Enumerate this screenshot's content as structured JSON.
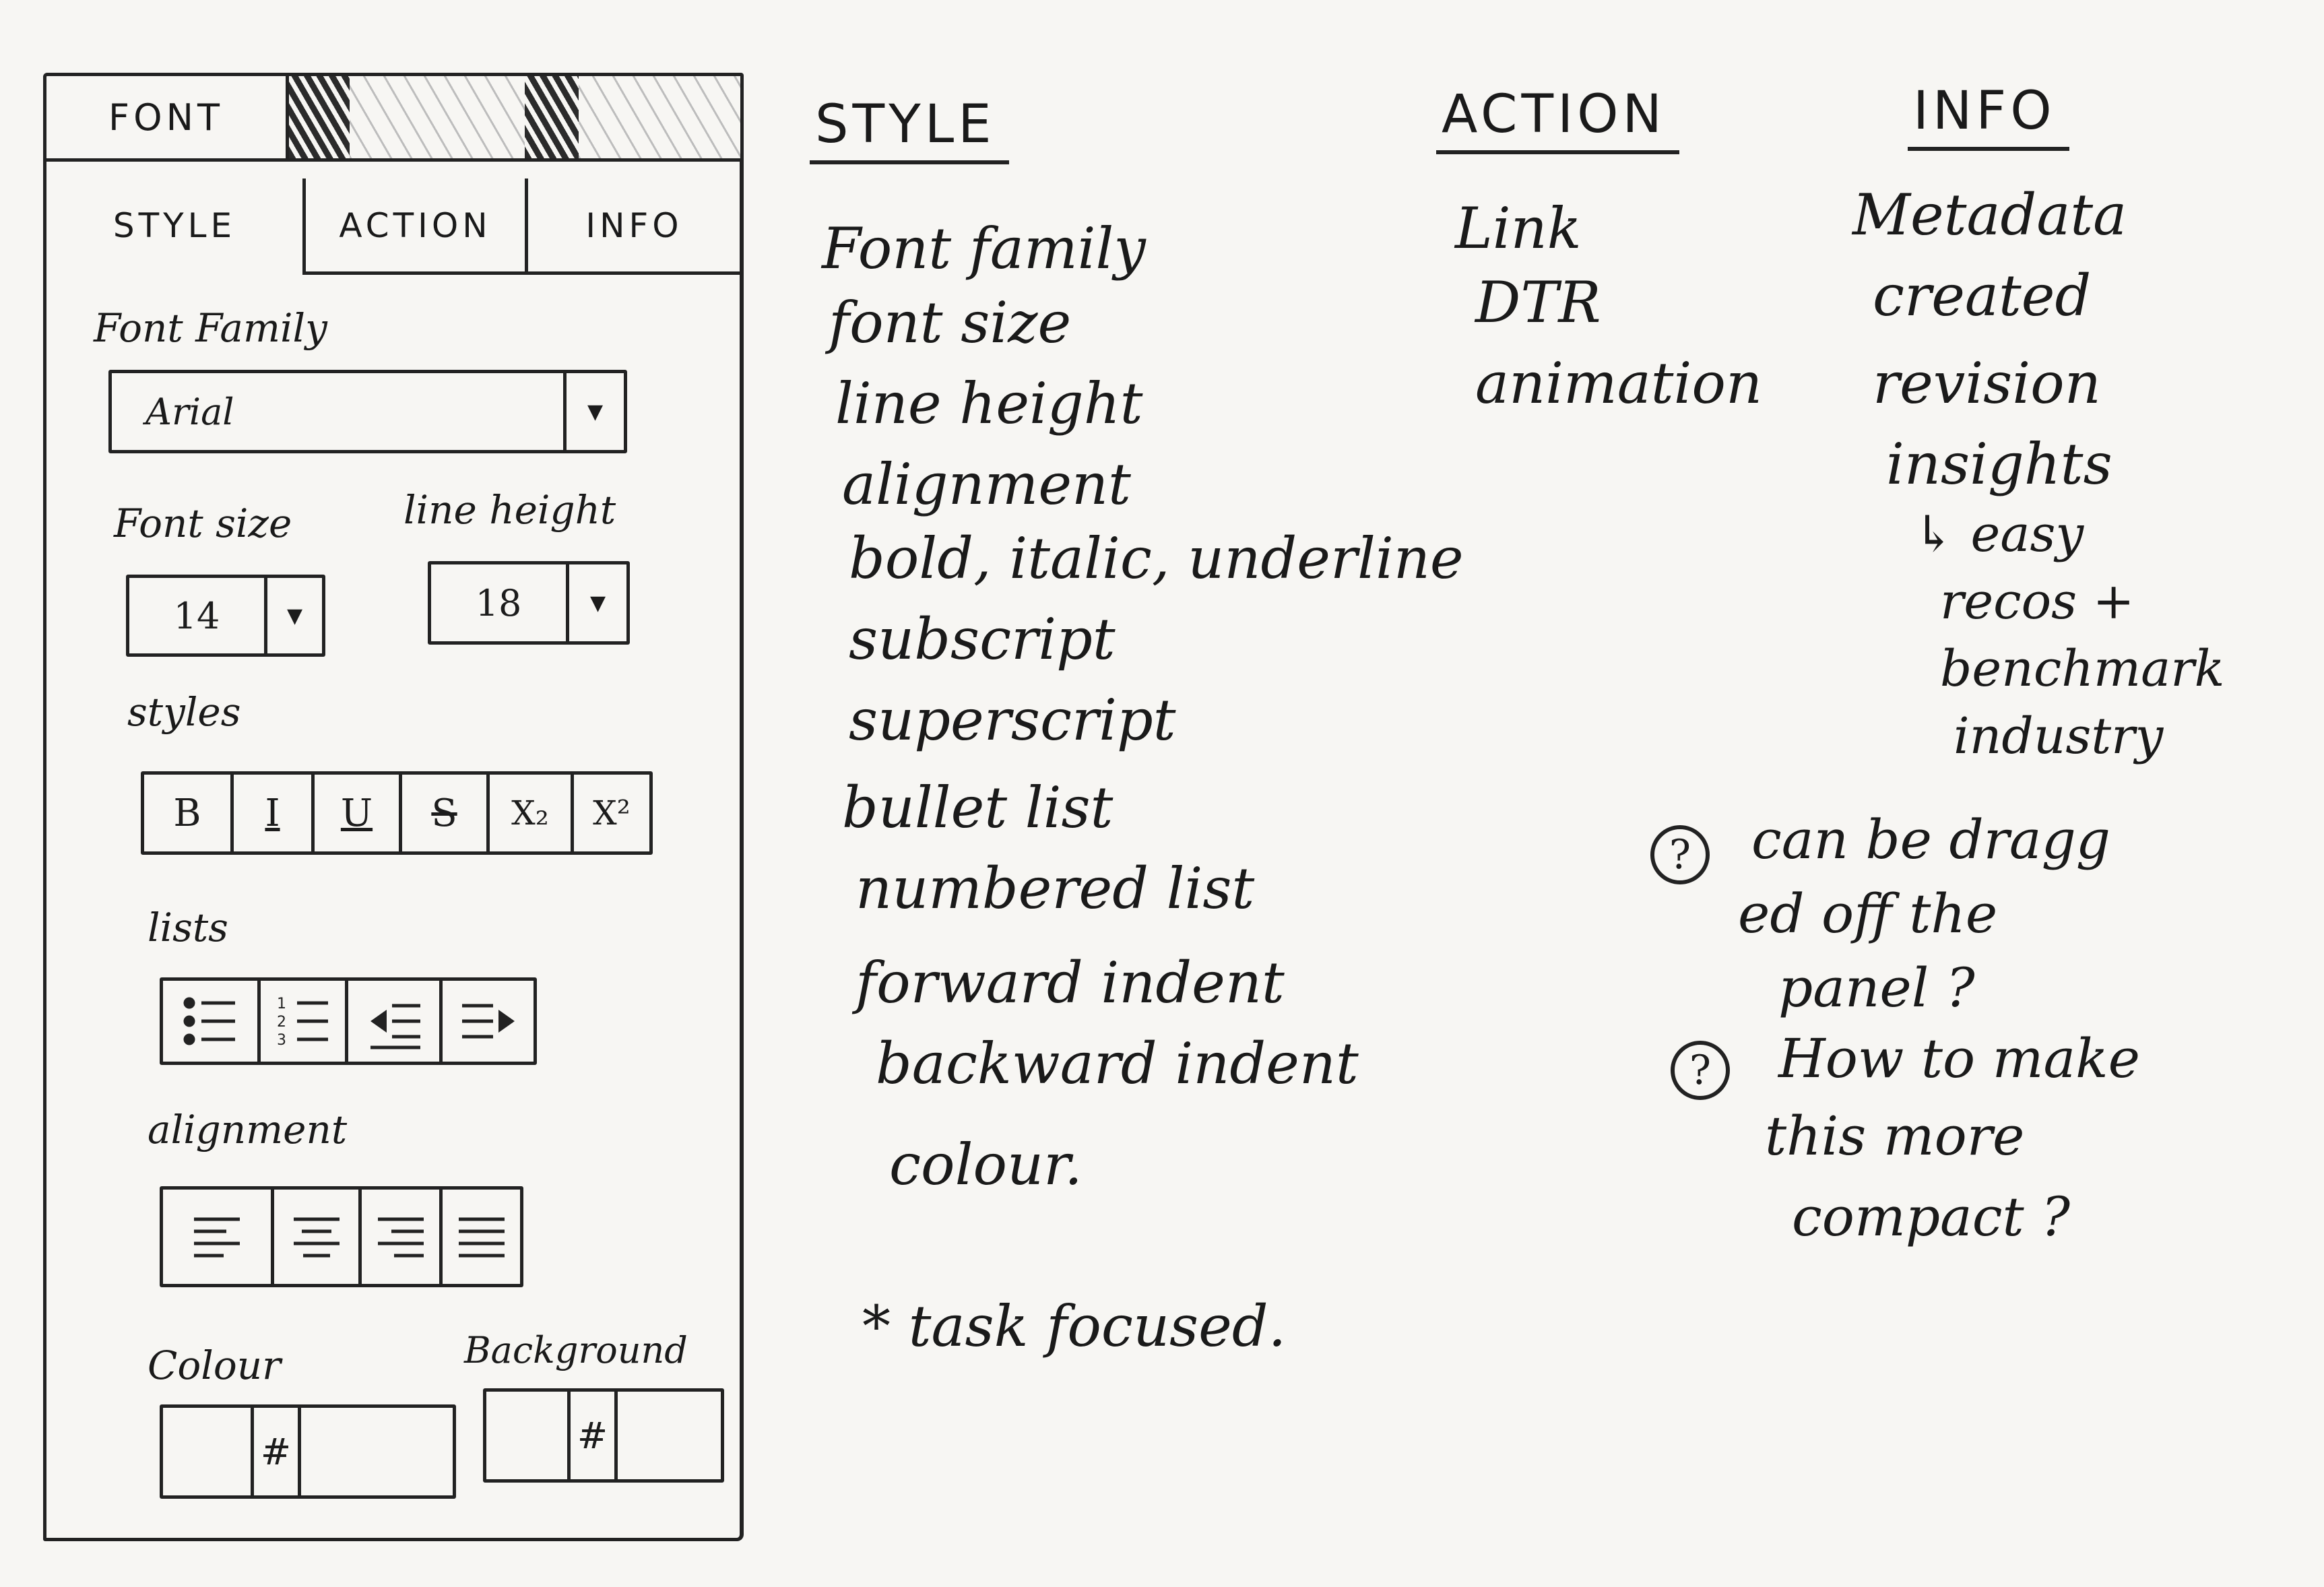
{
  "panel": {
    "top_tab": "FONT",
    "subtabs": [
      "STYLE",
      "ACTION",
      "INFO"
    ],
    "font_family": {
      "label": "Font Family",
      "value": "Arial"
    },
    "font_size": {
      "label": "Font size",
      "value": "14"
    },
    "line_height": {
      "label": "line height",
      "value": "18"
    },
    "styles": {
      "label": "styles",
      "buttons": [
        "B",
        "I",
        "U",
        "S",
        "X₂",
        "X²"
      ]
    },
    "lists": {
      "label": "lists"
    },
    "alignment": {
      "label": "alignment"
    },
    "colour": {
      "label": "Colour",
      "hash": "#"
    },
    "background": {
      "label": "Background",
      "hash": "#"
    }
  },
  "notes": {
    "style": {
      "heading": "STYLE",
      "items": [
        "Font family",
        "font size",
        "line height",
        "alignment",
        "bold, italic, underline",
        "subscript",
        "superscript",
        "bullet list",
        "numbered list",
        "forward indent",
        "backward indent",
        "colour."
      ]
    },
    "action": {
      "heading": "ACTION",
      "items": [
        "Link",
        "DTR",
        "animation"
      ]
    },
    "info": {
      "heading": "INFO",
      "items": [
        "Metadata",
        "created",
        "revision",
        "insights",
        "↳ easy",
        "recos +",
        "benchmark",
        "industry"
      ]
    },
    "task_focused": "* task focused.",
    "questions": [
      {
        "mark": "?",
        "lines": [
          "can be dragg",
          "ed off the",
          "panel ?"
        ]
      },
      {
        "mark": "?",
        "lines": [
          "How to make",
          "this more",
          "compact ?"
        ]
      }
    ]
  }
}
